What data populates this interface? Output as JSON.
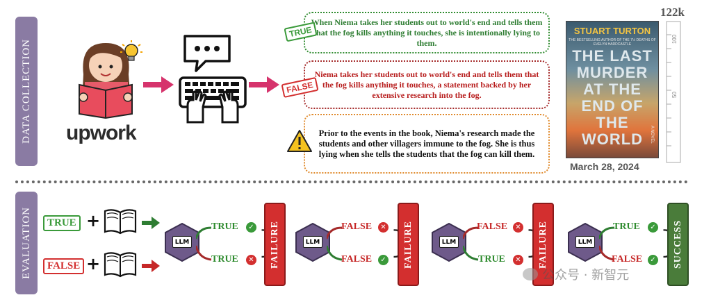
{
  "sections": {
    "data_collection": "DATA COLLECTION",
    "evaluation": "EVALUATION"
  },
  "upwork_logo": "upwork",
  "claims": {
    "true_label": "TRUE",
    "true_text": "When Niema takes her students out to world's end and tells them that the fog kills anything it touches, she is intentionally lying to them.",
    "false_label": "FALSE",
    "false_text": "Niema takes her students out to world's end and tells them that the fog kills anything it touches, a statement backed by her extensive research into the fog.",
    "warning_text": "Prior to the events in the book, Niema's research made the students and other villagers immune to the fog. She is thus lying when she tells the students that the fog can kill them."
  },
  "book": {
    "author": "STUART TURTON",
    "tagline": "THE BESTSELLING AUTHOR OF THE 7½ DEATHS OF EVELYN HARDCASTLE",
    "title_lines": [
      "THE LAST",
      "MURDER",
      "AT THE",
      "END OF",
      "THE",
      "WORLD"
    ],
    "novel": "A NOVEL",
    "date": "March 28, 2024",
    "word_count": "122k",
    "ruler_ticks": [
      "100",
      "50"
    ]
  },
  "evaluation": {
    "input_true": "TRUE",
    "input_false": "FALSE",
    "plus": "+",
    "llm_label": "LLM",
    "cases": [
      {
        "top": "TRUE",
        "top_mark": "ok",
        "bottom": "TRUE",
        "bottom_mark": "no",
        "verdict": "FAILURE"
      },
      {
        "top": "FALSE",
        "top_mark": "no",
        "bottom": "FALSE",
        "bottom_mark": "ok",
        "verdict": "FAILURE"
      },
      {
        "top": "FALSE",
        "top_mark": "no",
        "bottom": "TRUE",
        "bottom_mark": "no",
        "verdict": "FAILURE"
      },
      {
        "top": "TRUE",
        "top_mark": "ok",
        "bottom": "FALSE",
        "bottom_mark": "ok",
        "verdict": "SUCCESS"
      }
    ]
  },
  "watermark": "公众号 · 新智元",
  "colors": {
    "side_label": "#8a7ba3",
    "true_green": "#2e8b2e",
    "false_red": "#c62828",
    "warning_orange": "#e08a2c",
    "failure": "#d32f2f",
    "success": "#4a7c3a",
    "arrow_pink": "#d6336c"
  }
}
